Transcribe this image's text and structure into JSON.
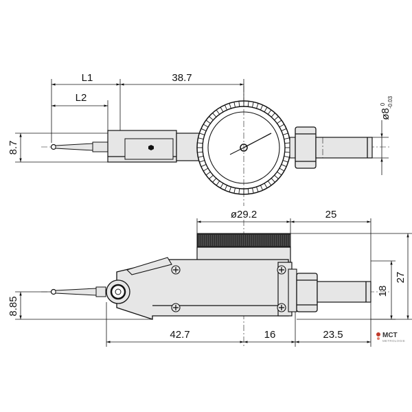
{
  "top_view": {
    "dim_l1": "L1",
    "dim_l2": "L2",
    "dim_width_38": "38.7",
    "dim_height_8": "8.7",
    "dim_stem_dia": "ø8",
    "dim_stem_tol_upper": "0",
    "dim_stem_tol_lower": "-0.03"
  },
  "side_view": {
    "dim_dial_dia": "ø29.2",
    "dim_25": "25",
    "dim_27": "27",
    "dim_18": "18",
    "dim_885": "8.85",
    "dim_427": "42.7",
    "dim_16": "16",
    "dim_235": "23.5"
  },
  "logo": {
    "name": "MCT",
    "subtitle": "METROLOGIE"
  },
  "colors": {
    "line": "#111111",
    "body_fill": "#e6e6e6",
    "knurl_fill": "#2a2a2a",
    "logo_accent": "#c0392b"
  }
}
